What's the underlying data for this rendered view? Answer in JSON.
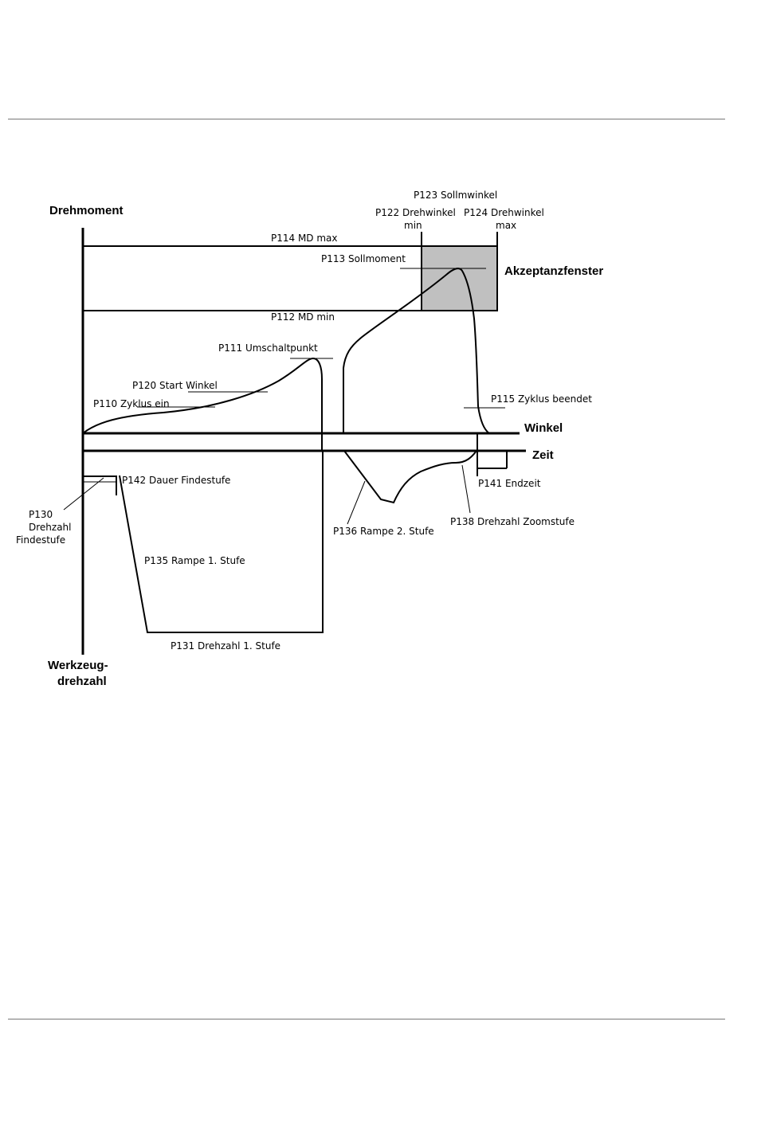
{
  "axes": {
    "torque": "Drehmoment",
    "speed_line1": "Werkzeug-",
    "speed_line2": "drehzahl",
    "angle": "Winkel",
    "time": "Zeit"
  },
  "window_label": "Akzeptanzfenster",
  "colors": {
    "window_fill": "#c0c0c0",
    "line": "#000000"
  },
  "labels": {
    "p123": "P123 Sollmwinkel",
    "p122_line1": "P122 Drehwinkel",
    "p122_line2": "min",
    "p124_line1": "P124 Drehwinkel",
    "p124_line2": "max",
    "p114": "P114 MD max",
    "p113": "P113 Sollmoment",
    "p112": "P112 MD min",
    "p111": "P111 Umschaltpunkt",
    "p120": "P120 Start Winkel",
    "p110": "P110 Zyklus ein",
    "p115": "P115 Zyklus beendet",
    "p142": "P142 Dauer Findestufe",
    "p130_line1": "P130",
    "p130_line2": "Drehzahl",
    "p130_line3": "Findestufe",
    "p141": "P141 Endzeit",
    "p136": "P136 Rampe 2. Stufe",
    "p138": "P138 Drehzahl Zoomstufe",
    "p135": "P135 Rampe 1. Stufe",
    "p131": "P131 Drehzahl 1. Stufe"
  }
}
